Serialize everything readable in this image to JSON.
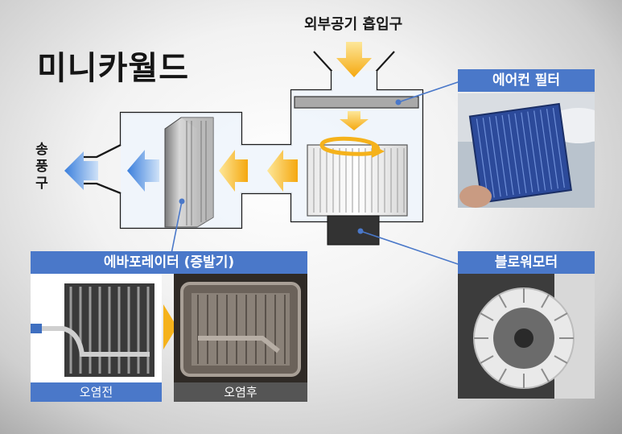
{
  "title": "미니카월드",
  "labels": {
    "intake": "외부공기 흡입구",
    "outlet": [
      "송",
      "풍",
      "구"
    ],
    "aircon_filter": "에어컨 필터",
    "evaporator": "에바포레이터 (증발기)",
    "blower_motor": "블로워모터",
    "before_contamination": "오염전",
    "after_contamination": "오염후"
  },
  "colors": {
    "banner_blue": "#4a78c9",
    "duct_fill": "#eef4fb",
    "airflow_warm": "#f5b21b",
    "airflow_cool": "#4e8fe0"
  }
}
